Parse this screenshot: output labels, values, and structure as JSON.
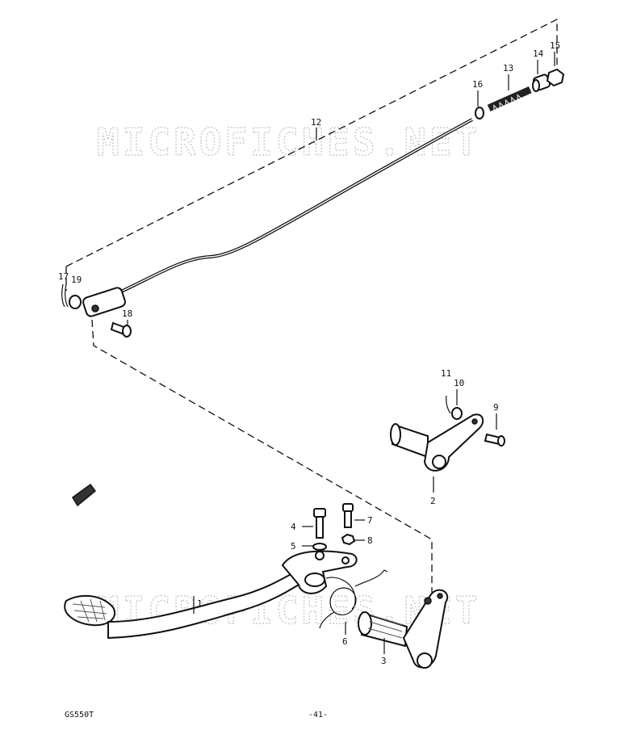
{
  "watermark": "MICROFICHES.NET",
  "footer": {
    "model": "GS550T",
    "page": "-41-"
  },
  "callouts": {
    "c1": "1",
    "c2": "2",
    "c3": "3",
    "c4": "4",
    "c5": "5",
    "c6": "6",
    "c7": "7",
    "c8": "8",
    "c9": "9",
    "c10": "10",
    "c11": "11",
    "c12": "12",
    "c13": "13",
    "c14": "14",
    "c15": "15",
    "c16": "16",
    "c17": "17",
    "c18": "18",
    "c19": "19"
  }
}
